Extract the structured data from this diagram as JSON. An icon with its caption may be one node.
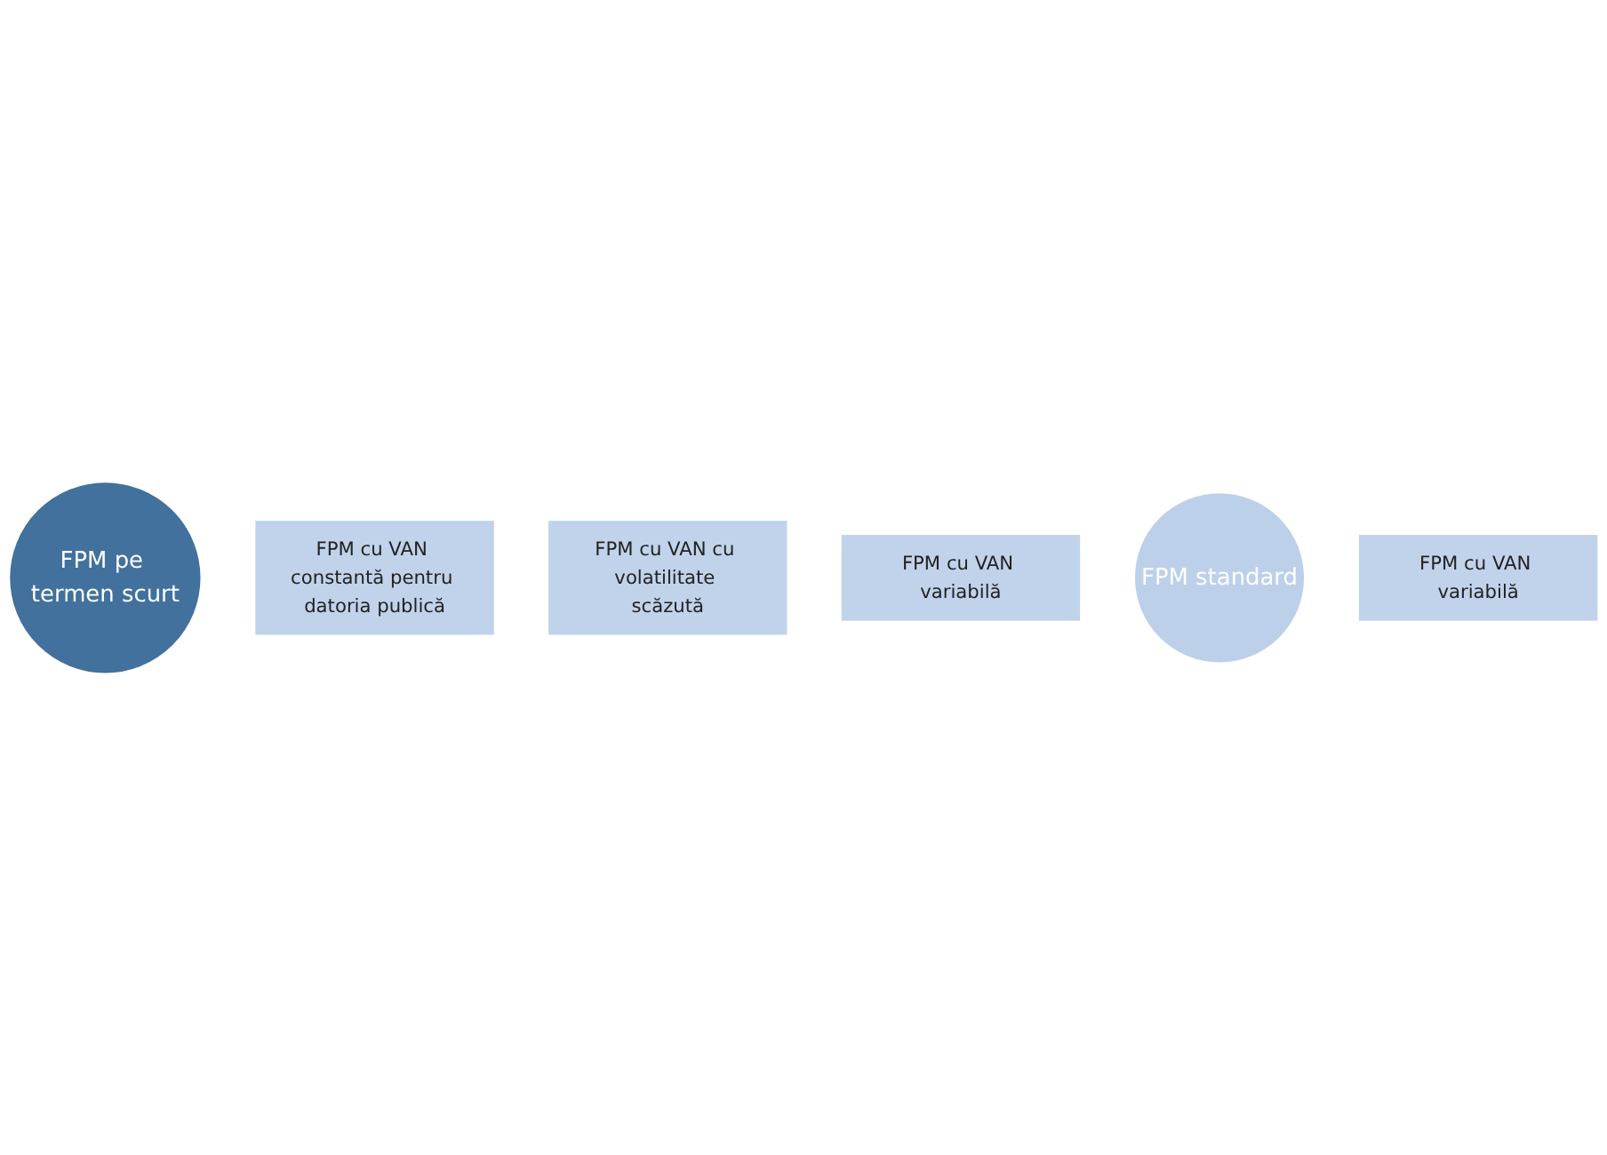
{
  "diagram": {
    "nodes": [
      {
        "text": [
          "FPM pe termen scurt"
        ]
      },
      {
        "text": [
          "FPM cu VAN constantă pentru datoria publică"
        ]
      },
      {
        "text": [
          "FPM cu VAN cu volatilitate scăzută"
        ]
      },
      {
        "text": [
          "FPM cu VAN variabilă"
        ]
      },
      {
        "text": [
          "FPM standard"
        ]
      },
      {
        "text": [
          "FPM cu VAN variabilă"
        ]
      }
    ],
    "edges": []
  }
}
